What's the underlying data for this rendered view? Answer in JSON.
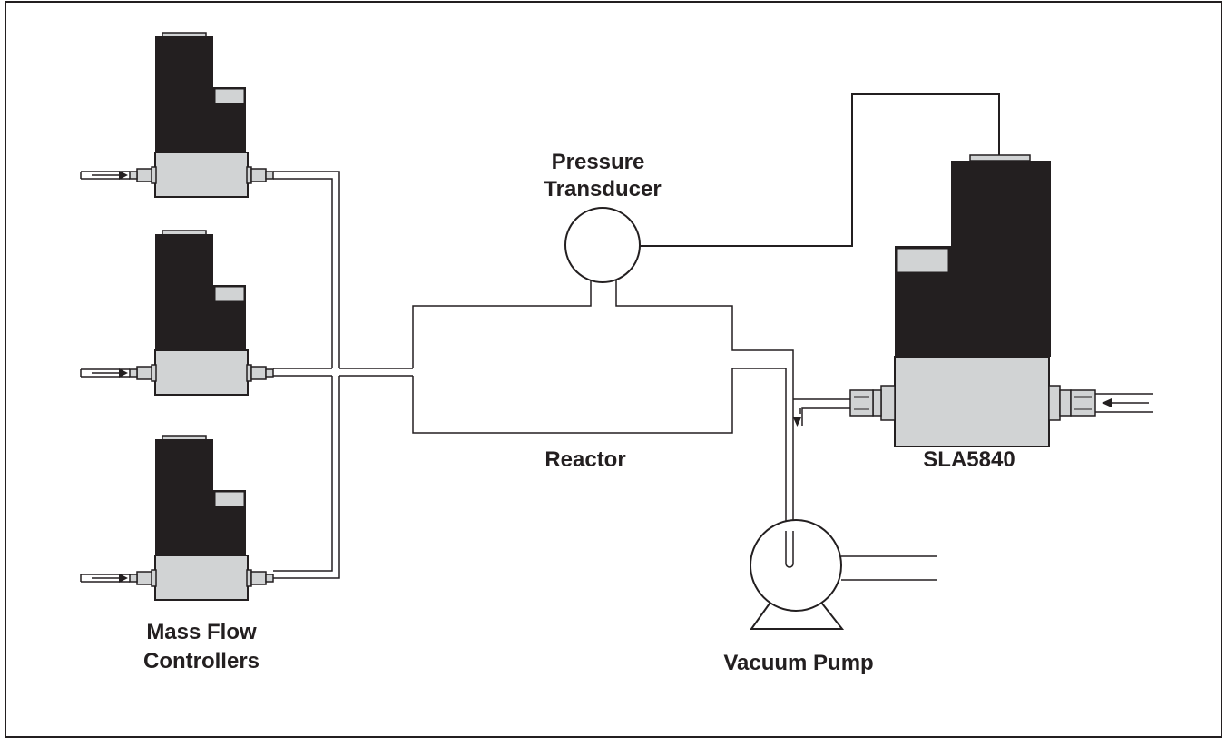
{
  "labels": {
    "mfc_line1": "Mass Flow",
    "mfc_line2": "Controllers",
    "pt_line1": "Pressure",
    "pt_line2": "Transducer",
    "reactor": "Reactor",
    "sla": "SLA5840",
    "pump": "Vacuum Pump"
  },
  "colors": {
    "line": "#231f20",
    "body_dark": "#231f20",
    "body_light": "#d1d3d4",
    "background": "#ffffff"
  }
}
